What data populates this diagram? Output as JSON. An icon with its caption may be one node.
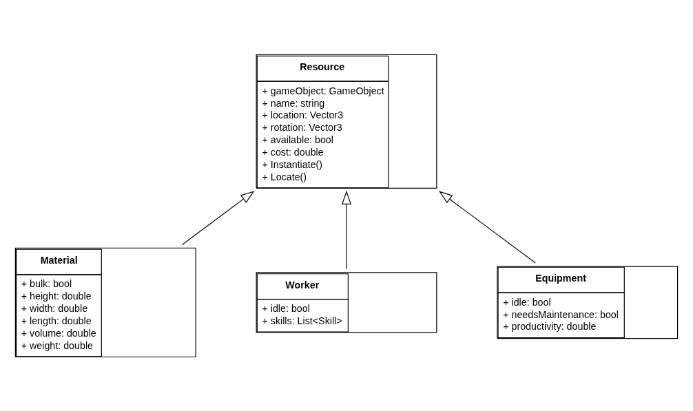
{
  "diagram": {
    "nodes": [
      {
        "text": [
          "Resource",
          "+ gameObject: GameObject",
          "+ name: string",
          "+ location: Vector3",
          "+ rotation: Vector3",
          "+ available: bool",
          "+ cost: double",
          "+ Instantiate()",
          "+ Locate()"
        ]
      },
      {
        "text": [
          "Material",
          "+ bulk: bool",
          "+ height: double",
          "+ width: double",
          "+ length: double",
          "+ volume: double",
          "+ weight: double"
        ]
      },
      {
        "text": [
          "Worker",
          "+ idle: bool",
          "+ skills: List<Skill>"
        ]
      },
      {
        "text": [
          "Equipment",
          "+ idle: bool",
          "+ needsMaintenance: bool",
          "+ productivity: double"
        ]
      }
    ],
    "edges": [
      {
        "from": 1,
        "to": 0,
        "arrow": "to"
      },
      {
        "from": 2,
        "to": 0,
        "arrow": "to"
      },
      {
        "from": 3,
        "to": 0,
        "arrow": "to"
      }
    ]
  }
}
